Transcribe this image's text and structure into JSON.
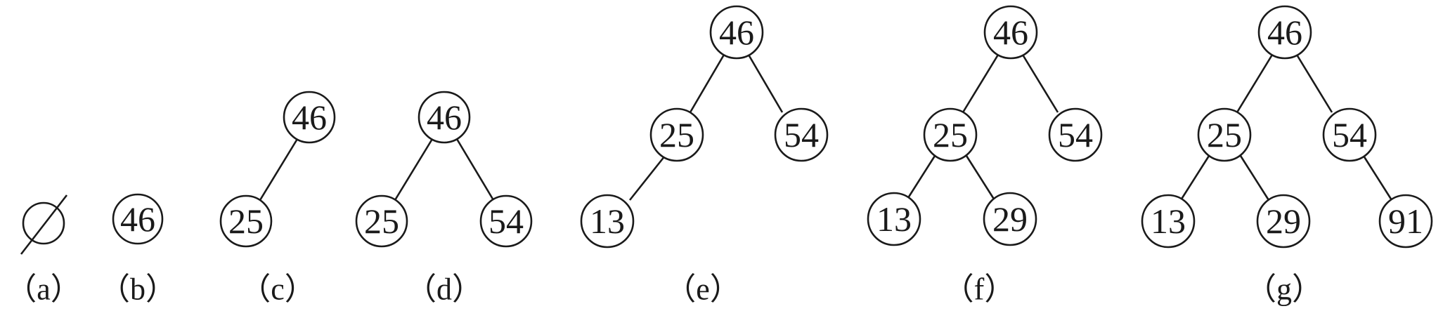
{
  "colors": {
    "ink": "#1a1a1a",
    "background": "#ffffff"
  },
  "empty_symbol": "∅",
  "panels": [
    {
      "caption": "（a）",
      "nodes": []
    },
    {
      "caption": "（b）",
      "nodes": [
        "46"
      ]
    },
    {
      "caption": "（c）",
      "nodes": [
        "46",
        "25"
      ]
    },
    {
      "caption": "（d）",
      "nodes": [
        "46",
        "25",
        "54"
      ]
    },
    {
      "caption": "（e）",
      "nodes": [
        "46",
        "25",
        "54",
        "13"
      ]
    },
    {
      "caption": "（f）",
      "nodes": [
        "46",
        "25",
        "54",
        "13",
        "29"
      ]
    },
    {
      "caption": "（g）",
      "nodes": [
        "46",
        "25",
        "54",
        "13",
        "29",
        "91"
      ]
    }
  ]
}
